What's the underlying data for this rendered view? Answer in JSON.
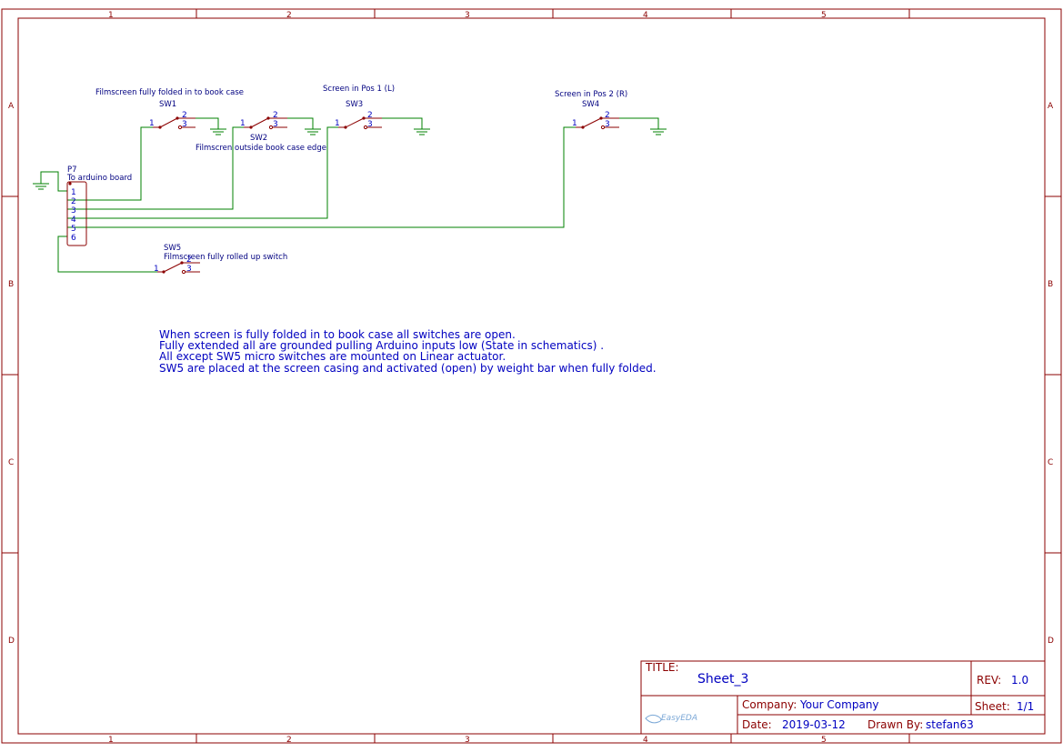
{
  "ruler": {
    "columns": [
      "1",
      "2",
      "3",
      "4",
      "5"
    ],
    "rows": [
      "A",
      "B",
      "C",
      "D"
    ]
  },
  "components": {
    "sw1": {
      "ref": "SW1",
      "desc": "Filmscreen fully folded in to book case",
      "pin1": "1",
      "pin2": "2",
      "pin3": "3"
    },
    "sw2": {
      "ref": "SW2",
      "desc": "Filmscren outside book case edge",
      "pin1": "1",
      "pin2": "2",
      "pin3": "3"
    },
    "sw3": {
      "ref": "SW3",
      "desc": "Screen in Pos 1 (L)",
      "pin1": "1",
      "pin2": "2",
      "pin3": "3"
    },
    "sw4": {
      "ref": "SW4",
      "desc": "Screen in Pos 2 (R)",
      "pin1": "1",
      "pin2": "2",
      "pin3": "3"
    },
    "sw5": {
      "ref": "SW5",
      "desc": "Filmscreen fully rolled up switch",
      "pin1": "1",
      "pin2": "2",
      "pin3": "3"
    },
    "p7": {
      "ref": "P7",
      "desc": "To arduino board",
      "pins": [
        "1",
        "2",
        "3",
        "4",
        "5",
        "6"
      ]
    }
  },
  "notes": [
    "When screen is fully folded in to book case all switches are open.",
    "Fully extended all are grounded pulling Arduino inputs low (State in schematics) .",
    "All except SW5 micro switches are mounted on Linear actuator.",
    "SW5 are placed at the screen casing and activated (open) by weight bar when fully folded."
  ],
  "titleblock": {
    "title_label": "TITLE:",
    "title": "Sheet_3",
    "rev_label": "REV:",
    "rev": "1.0",
    "company_label": "Company:",
    "company": "Your Company",
    "sheet_label": "Sheet:",
    "sheet": "1/1",
    "date_label": "Date:",
    "date": "2019-03-12",
    "drawn_label": "Drawn By:",
    "drawn_by": "stefan63",
    "logo_text": "EasyEDA"
  },
  "colors": {
    "frame": "#8b0000",
    "wire": "#008000",
    "text": "#000080",
    "note": "#0000c0"
  }
}
